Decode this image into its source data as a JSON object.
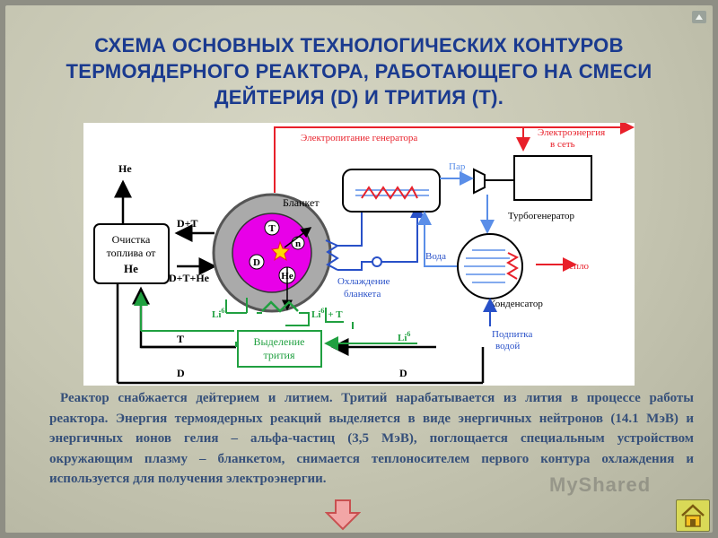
{
  "slide": {
    "title": "СХЕМА ОСНОВНЫХ ТЕХНОЛОГИЧЕСКИХ КОНТУРОВ ТЕРМОЯДЕРНОГО РЕАКТОРА, РАБОТАЮЩЕГО НА СМЕСИ ДЕЙТЕРИЯ (D) И ТРИТИЯ (Т).",
    "body": "Реактор снабжается дейтерием и литием. Тритий нарабатывается из лития в процессе работы реактора. Энергия термоядерных реакций выделяется в виде энергичных нейтронов (14.1 МэВ) и энергичных ионов гелия – альфа-частиц (3,5 МэВ), поглощается специальным устройством окружающим плазму – бланкетом, снимается теплоносителем первого контура охлаждения и используется для получения электроэнергии.",
    "watermark": "MyShared"
  },
  "diagram": {
    "he_top": "He",
    "fuel_cleaning": [
      "Очистка",
      "топлива от",
      "He"
    ],
    "d_t": "D+T",
    "d_t_he": "D+T+He",
    "blanket": "Бланкет",
    "plasma_particles": [
      "T",
      "n",
      "D",
      "He"
    ],
    "generator_power": "Электропитание генератора",
    "grid_power": [
      "Электроэнергия",
      "в сеть"
    ],
    "steam": "Пар",
    "turbogenerator": "Турбогенератор",
    "water": "Вода",
    "heat": "Тепло",
    "blanket_cooling": [
      "Охлаждение",
      "бланкета"
    ],
    "condenser": "Конденсатор",
    "makeup_water": [
      "Подпитка",
      "водой"
    ],
    "li6_left": "Li",
    "li6_right": "Li",
    "li6_out": "Li",
    "li_sup": "6",
    "plus_t": "+ T",
    "tritium_extraction": [
      "Выделение",
      "трития"
    ],
    "t_label": "T",
    "d_left": "D",
    "d_right": "D"
  },
  "colors": {
    "title": "#1a3a8f",
    "body_text": "#36507a",
    "red_line": "#e8202a",
    "blue_line": "#2850c8",
    "light_blue_line": "#5a8ee8",
    "green_line": "#20a040",
    "plasma": "#e800e8"
  },
  "icons": [
    "up-arrow-icon",
    "down-arrow-icon",
    "home-icon"
  ]
}
